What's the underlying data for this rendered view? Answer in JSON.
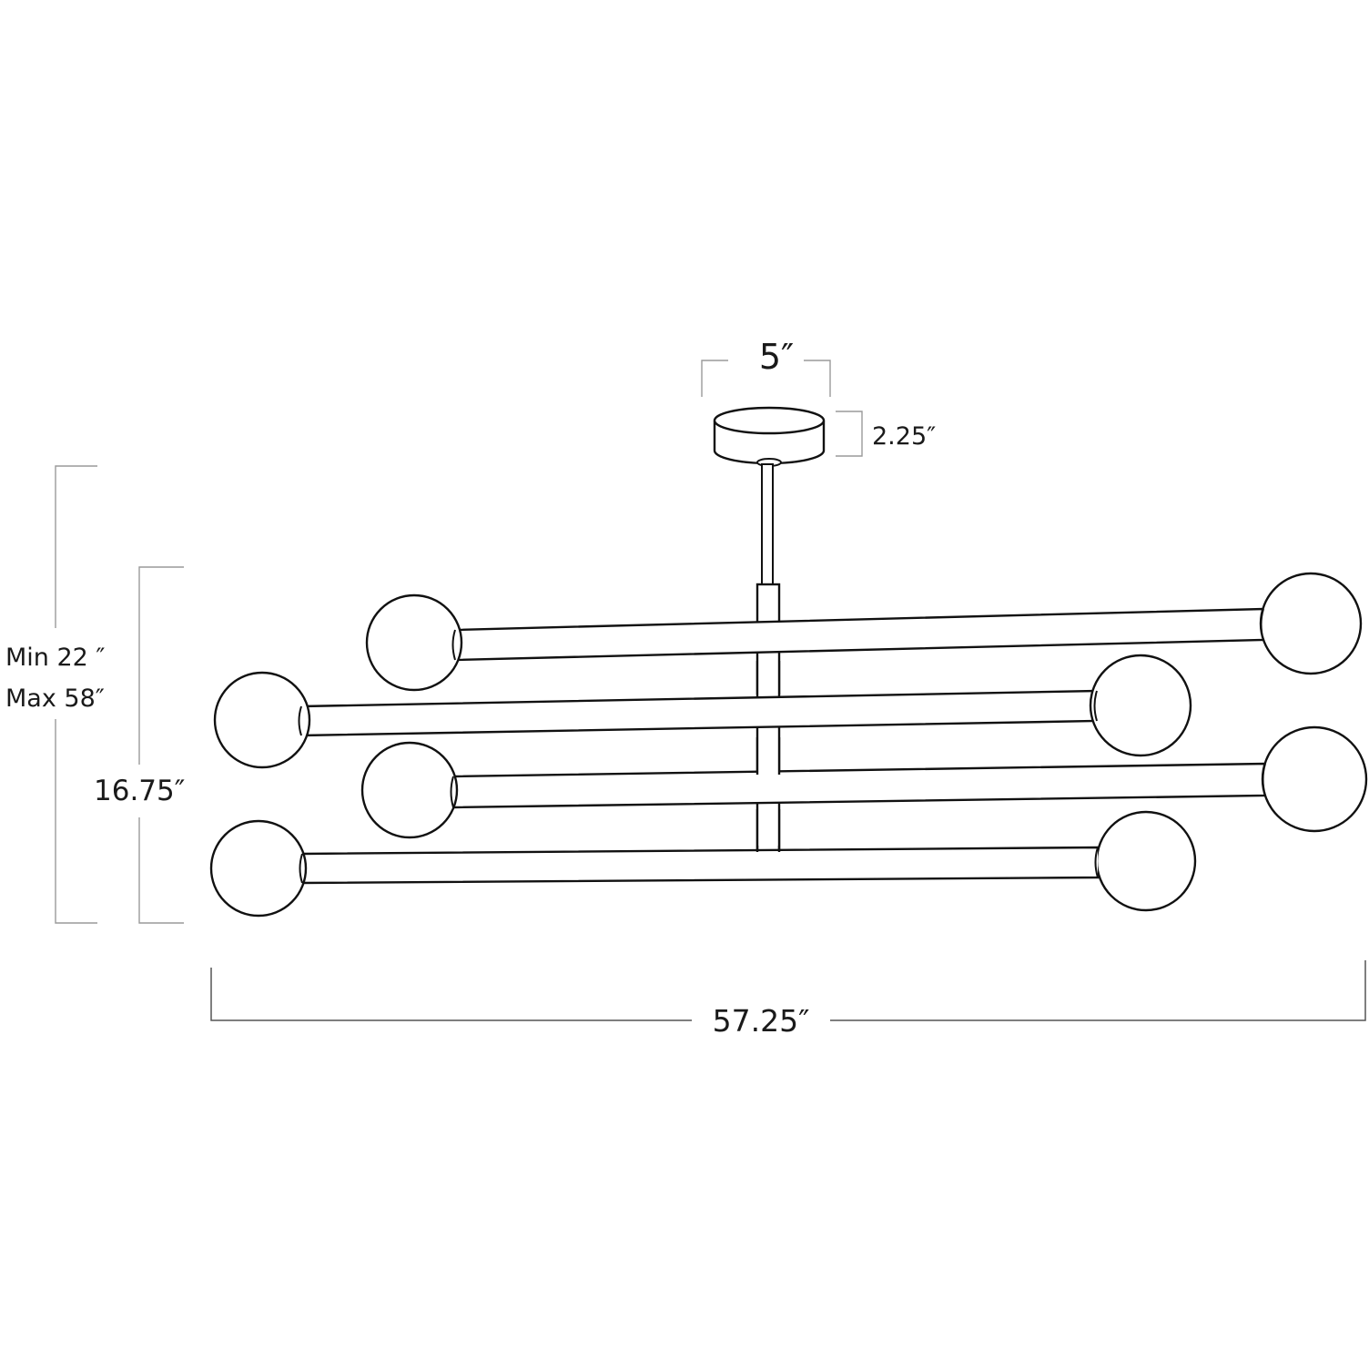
{
  "dimensions": {
    "canopy_width": "5″",
    "canopy_height": "2.25″",
    "overall_height_min": "Min 22 ″",
    "overall_height_max": "Max 58″",
    "fixture_height": "16.75″",
    "fixture_width": "57.25″"
  }
}
